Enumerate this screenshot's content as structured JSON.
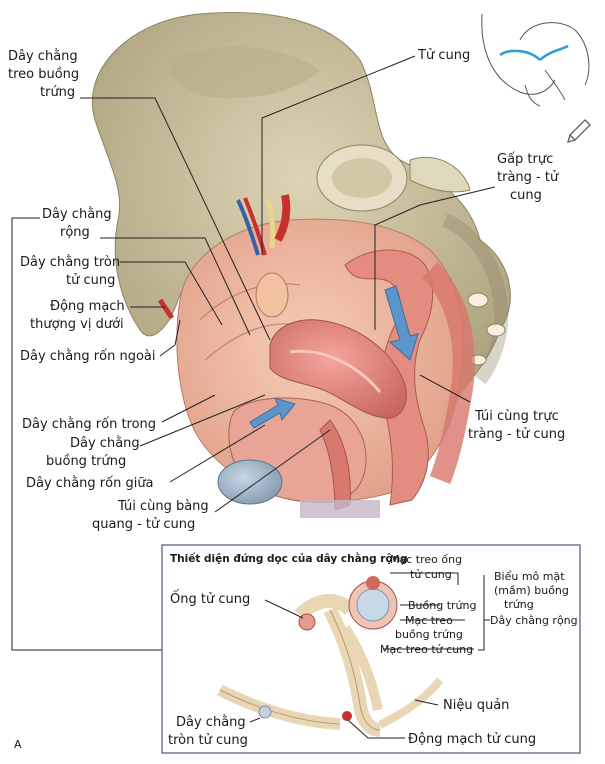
{
  "labels": {
    "ovary_suspensory": [
      "Dây chằng",
      "treo buồng",
      "trứng"
    ],
    "uterus": "Tử cung",
    "rectouterine_fold": [
      "Gấp trực",
      "tràng - tử",
      "cung"
    ],
    "broad_ligament": [
      "Dây chằng",
      "rộng"
    ],
    "round_ligament": [
      "Dây chằng tròn",
      "tử cung"
    ],
    "inferior_epigastric": [
      "Động mạch",
      "thượng vị dưới"
    ],
    "lateral_umbilical": "Dây chằng rốn ngoài",
    "medial_umbilical": "Dây chằng rốn trong",
    "ovarian_ligament": [
      "Dây chằng",
      "buồng trứng"
    ],
    "median_umbilical": "Dây chằng rốn giữa",
    "vesicouterine_pouch": [
      "Túi cùng bàng",
      "quang - tử cung"
    ],
    "rectouterine_pouch": [
      "Túi cùng trực",
      "tràng - tử cung"
    ]
  },
  "inset": {
    "title": "Thiết diện đứng dọc của dây chằng rộng",
    "mesosalpinx": [
      "Mạc treo ống",
      "tử cung"
    ],
    "ovarian_epithelium": [
      "Biểu mô mặt",
      "(mầm) buồng",
      "trứng"
    ],
    "uterine_tube": "Ống tử cung",
    "ovary": "Buồng trứng",
    "mesovarium": [
      "Mạc treo",
      "buồng trứng"
    ],
    "broad_ligament": "Dây chằng rộng",
    "mesometrium": "Mạc treo tử cung",
    "ureter": "Niệu quản",
    "round_ligament": [
      "Dây chằng",
      "tròn tử cung"
    ],
    "uterine_artery": "Động mạch tử cung"
  },
  "panel_letter": "A",
  "icons": {
    "orientation": "pelvis-orientation-icon",
    "edit": "pencil-icon"
  },
  "colors": {
    "bone": "#c9bf9c",
    "peritoneum": "#eab29a",
    "uterus": "#e2837a",
    "bladder": "#9fb2c6",
    "artery": "#c8302c",
    "vein": "#3a5ea8",
    "arrow": "#5b95c9",
    "inset_frame": "#4b5b7a"
  }
}
